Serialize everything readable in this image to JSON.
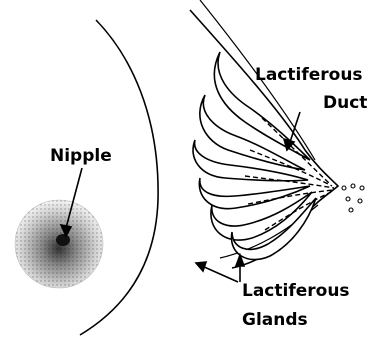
{
  "labels": {
    "nipple": "Nipple",
    "duct_line1": "Lactiferous",
    "duct_line2": "Duct",
    "glands_line1": "Lactiferous",
    "glands_line2": "Glands"
  },
  "colors": {
    "ink": "#000000",
    "background": "#ffffff"
  }
}
